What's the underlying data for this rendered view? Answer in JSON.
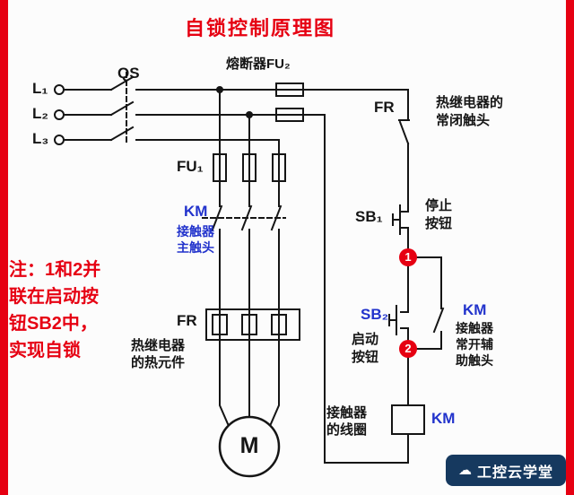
{
  "title": "自锁控制原理图",
  "colors": {
    "accent_red": "#e60012",
    "label_blue": "#2233cc",
    "wire_black": "#151515",
    "watermark_bg": "#16395f"
  },
  "note": {
    "lines": [
      "注：1和2并",
      "联在启动按",
      "钮SB2中，",
      "实现自锁"
    ]
  },
  "power": {
    "l1": "L₁",
    "l2": "L₂",
    "l3": "L₃",
    "qs": "QS"
  },
  "fuses": {
    "fu2": "熔断器FU₂",
    "fu1": "FU₁"
  },
  "km_main": {
    "label": "KM",
    "desc1": "接触器",
    "desc2": "主触头"
  },
  "fr_main": {
    "label": "FR",
    "desc1": "热继电器",
    "desc2": "的热元件"
  },
  "motor": {
    "label": "M"
  },
  "fr_ctrl": {
    "label": "FR",
    "desc1": "热继电器的",
    "desc2": "常闭触头"
  },
  "sb1": {
    "label": "SB₁",
    "desc1": "停止",
    "desc2": "按钮"
  },
  "sb2": {
    "label": "SB₂",
    "desc1": "启动",
    "desc2": "按钮"
  },
  "km_aux": {
    "label": "KM",
    "desc1": "接触器",
    "desc2": "常开辅",
    "desc3": "助触头"
  },
  "coil": {
    "desc1": "接触器",
    "desc2": "的线圈",
    "label": "KM"
  },
  "nodes": {
    "n1": "1",
    "n2": "2"
  },
  "watermark": {
    "icon": "☁",
    "text": "工控云学堂"
  }
}
